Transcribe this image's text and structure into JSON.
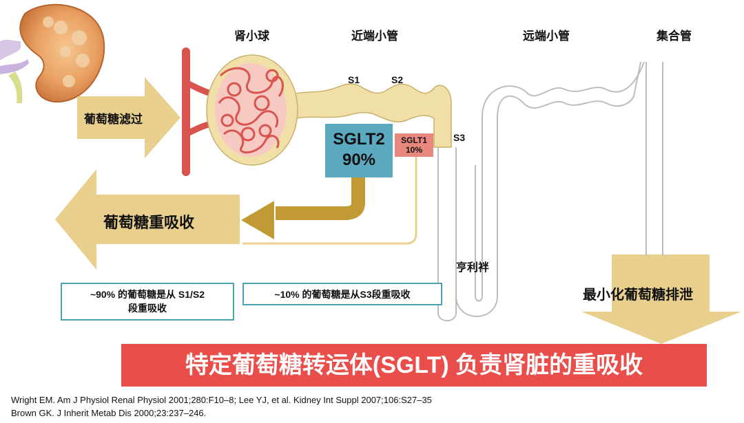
{
  "headers": {
    "glomerulus": "肾小球",
    "proximal_tubule": "近端小管",
    "distal_tubule": "远端小管",
    "collecting_duct": "集合管"
  },
  "segments": {
    "s1": "S1",
    "s2": "S2",
    "s3": "S3",
    "loop": "亨利袢"
  },
  "transporters": {
    "sglt2_name": "SGLT2",
    "sglt2_pct": "90%",
    "sglt1_name": "SGLT1",
    "sglt1_pct": "10%"
  },
  "arrows": {
    "filtration": "葡萄糖滤过",
    "reabsorption": "葡萄糖重吸收",
    "excretion": "最小化葡萄糖排泄"
  },
  "notes": {
    "s1s2_line1": "~90% 的葡萄糖是从 S1/S2",
    "s1s2_line2": "段重吸收",
    "s3": "~10% 的葡萄糖是从S3段重吸收"
  },
  "banner": "特定葡萄糖转运体(SGLT) 负责肾脏的重吸收",
  "references": {
    "line1": "Wright EM. Am J Physiol Renal Physiol 2001;280:F10–8; Lee YJ, et al. Kidney Int Suppl 2007;106:S27–35",
    "line2": "Brown GK. J Inherit Metab Dis 2000;23:237–246."
  },
  "colors": {
    "arrow_fill": "#e9cf8e",
    "tubule_fill": "#f1dfa8",
    "tubule_stroke": "#c9b06a",
    "dark_arrow": "#c19a33",
    "vessel": "#d9534f",
    "sglt2": "#5ba9bf",
    "sglt1": "#e8877d",
    "banner": "#e94e4a",
    "box_border": "#4aa3b3"
  }
}
